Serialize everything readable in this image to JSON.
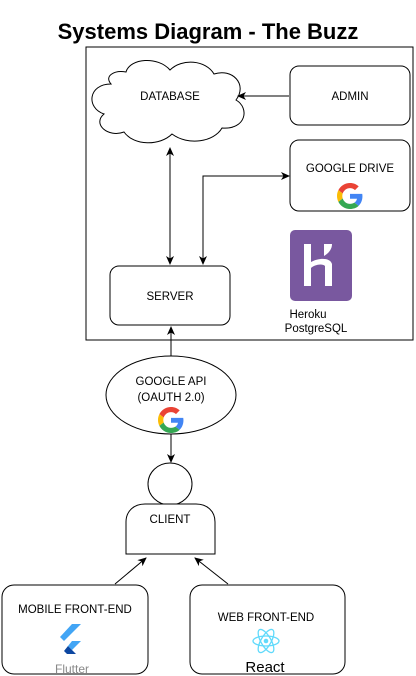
{
  "title": "Systems Diagram - The Buzz",
  "nodes": {
    "database": "DATABASE",
    "admin": "ADMIN",
    "google_drive": "GOOGLE DRIVE",
    "server": "SERVER",
    "heroku_line1": "Heroku",
    "heroku_line2": "PostgreSQL",
    "google_api_line1": "GOOGLE API",
    "google_api_line2": "(OAUTH 2.0)",
    "client": "CLIENT",
    "mobile_frontend": "MOBILE FRONT-END",
    "web_frontend": "WEB FRONT-END",
    "flutter_logo_text": "Flutter",
    "react_logo_text": "React"
  },
  "icons": [
    "google-g-icon",
    "heroku-icon",
    "flutter-icon",
    "react-icon"
  ],
  "colors": {
    "google_blue": "#4285F4",
    "google_red": "#EA4335",
    "google_yellow": "#FBBC05",
    "google_green": "#34A853",
    "heroku_purple": "#79589F",
    "flutter_blue": "#42A5F5",
    "flutter_dark": "#0D47A1",
    "react_blue": "#61DAFB"
  }
}
